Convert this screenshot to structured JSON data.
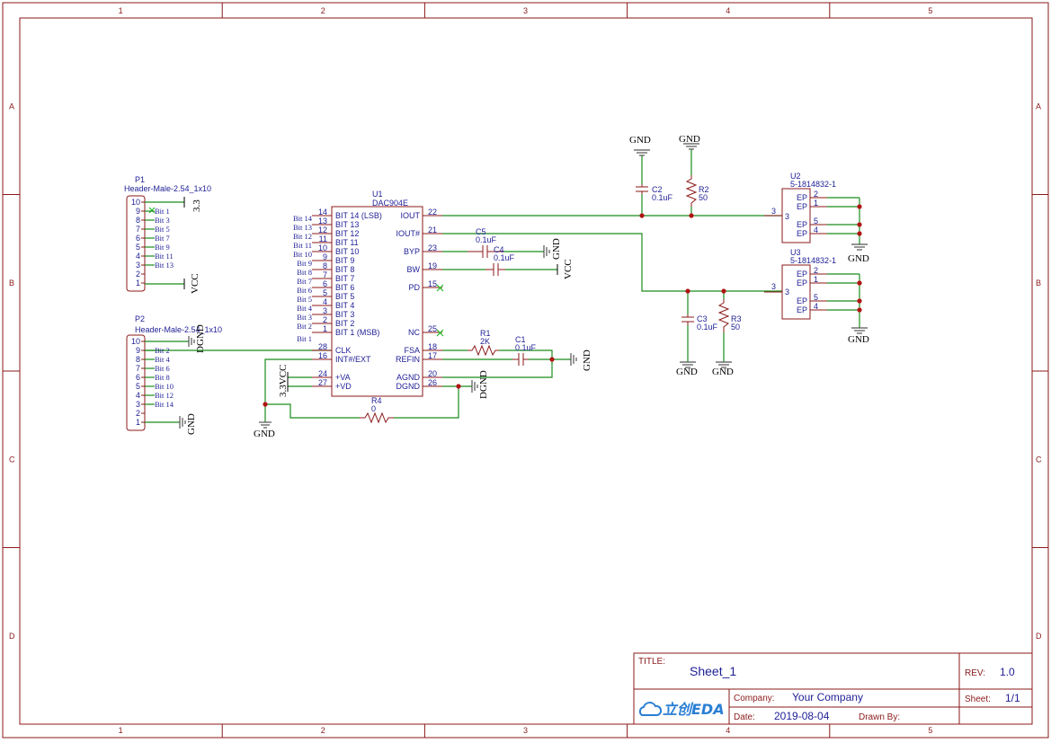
{
  "zones": {
    "columns": [
      "1",
      "2",
      "3",
      "4",
      "5"
    ],
    "rows": [
      "A",
      "B",
      "C",
      "D"
    ]
  },
  "title_block": {
    "title_label": "TITLE:",
    "title": "Sheet_1",
    "rev_label": "REV:",
    "rev": "1.0",
    "company_label": "Company:",
    "company": "Your Company",
    "sheet_label": "Sheet:",
    "sheet": "1/1",
    "date_label": "Date:",
    "date": "2019-08-04",
    "drawn_label": "Drawn By:",
    "logo_text": "立创EDA"
  },
  "p1": {
    "ref": "P1",
    "value": "Header-Male-2.54_1x10",
    "pins": [
      "10",
      "9",
      "8",
      "7",
      "6",
      "5",
      "4",
      "3",
      "2",
      "1"
    ],
    "nets": [
      "Bit 1",
      "Bit 3",
      "Bit 5",
      "Bit 7",
      "Bit 9",
      "Bit 11",
      "Bit 13"
    ],
    "pwr_top": "3.3",
    "pwr_bottom": "VCC"
  },
  "p2": {
    "ref": "P2",
    "value": "Header-Male-2.54_1x10",
    "pins": [
      "10",
      "9",
      "8",
      "7",
      "6",
      "5",
      "4",
      "3",
      "2",
      "1"
    ],
    "nets": [
      "Bit 2",
      "Bit 4",
      "Bit 6",
      "Bit 8",
      "Bit 10",
      "Bit 12",
      "Bit 14"
    ],
    "pwr_top": "DGND",
    "pwr_bottom": "GND"
  },
  "u1": {
    "ref": "U1",
    "value": "DAC904E",
    "left_pins": [
      {
        "num": "14",
        "name": "BIT 14 (LSB)",
        "net": "Bit 14"
      },
      {
        "num": "13",
        "name": "BIT 13",
        "net": "Bit 13"
      },
      {
        "num": "12",
        "name": "BIT 12",
        "net": "Bit 12"
      },
      {
        "num": "11",
        "name": "BIT 11",
        "net": "Bit 11"
      },
      {
        "num": "10",
        "name": "BIT 10",
        "net": "Bit 10"
      },
      {
        "num": "9",
        "name": "BIT 9",
        "net": "Bit 9"
      },
      {
        "num": "8",
        "name": "BIT 8",
        "net": "Bit 8"
      },
      {
        "num": "7",
        "name": "BIT 7",
        "net": "Bit 7"
      },
      {
        "num": "6",
        "name": "BIT 6",
        "net": "Bit 6"
      },
      {
        "num": "5",
        "name": "BIT 5",
        "net": "Bit 5"
      },
      {
        "num": "4",
        "name": "BIT 4",
        "net": "Bit 4"
      },
      {
        "num": "3",
        "name": "BIT 3",
        "net": "Bit 3"
      },
      {
        "num": "2",
        "name": "BIT 2",
        "net": "Bit 2"
      },
      {
        "num": "1",
        "name": "BIT 1 (MSB)",
        "net": "Bit 1"
      }
    ],
    "left_pins2": [
      {
        "num": "28",
        "name": "CLK"
      },
      {
        "num": "16",
        "name": "INT#/EXT"
      },
      {
        "num": "24",
        "name": "+VA"
      },
      {
        "num": "27",
        "name": "+VD"
      }
    ],
    "right_pins": [
      {
        "num": "22",
        "name": "IOUT"
      },
      {
        "num": "21",
        "name": "IOUT#"
      },
      {
        "num": "23",
        "name": "BYP"
      },
      {
        "num": "19",
        "name": "BW"
      },
      {
        "num": "15",
        "name": "PD"
      },
      {
        "num": "25",
        "name": "NC"
      },
      {
        "num": "18",
        "name": "FSA"
      },
      {
        "num": "17",
        "name": "REFIN"
      },
      {
        "num": "20",
        "name": "AGND"
      },
      {
        "num": "26",
        "name": "DGND"
      }
    ],
    "pwr_left": "3.3VCC"
  },
  "parts": {
    "c2": {
      "ref": "C2",
      "value": "0.1uF"
    },
    "r2": {
      "ref": "R2",
      "value": "50"
    },
    "c5": {
      "ref": "C5",
      "value": "0.1uF"
    },
    "c4": {
      "ref": "C4",
      "value": "0.1uF"
    },
    "c3": {
      "ref": "C3",
      "value": "0.1uF"
    },
    "r3": {
      "ref": "R3",
      "value": "50"
    },
    "r1": {
      "ref": "R1",
      "value": "2K"
    },
    "c1": {
      "ref": "C1",
      "value": "0.1uF"
    },
    "r4": {
      "ref": "R4",
      "value": "0"
    }
  },
  "u2": {
    "ref": "U2",
    "value": "5-1814832-1",
    "left_pin": "3",
    "pins": [
      {
        "num": "2",
        "name": "EP"
      },
      {
        "num": "1",
        "name": "EP"
      },
      {
        "num": "5",
        "name": "EP"
      },
      {
        "num": "4",
        "name": "EP"
      }
    ],
    "center_label": "3"
  },
  "u3": {
    "ref": "U3",
    "value": "5-1814832-1",
    "left_pin": "3",
    "pins": [
      {
        "num": "2",
        "name": "EP"
      },
      {
        "num": "1",
        "name": "EP"
      },
      {
        "num": "5",
        "name": "EP"
      },
      {
        "num": "4",
        "name": "EP"
      }
    ],
    "center_label": "3"
  },
  "power": {
    "gnd": "GND",
    "vcc": "VCC",
    "dgnd": "DGND"
  }
}
